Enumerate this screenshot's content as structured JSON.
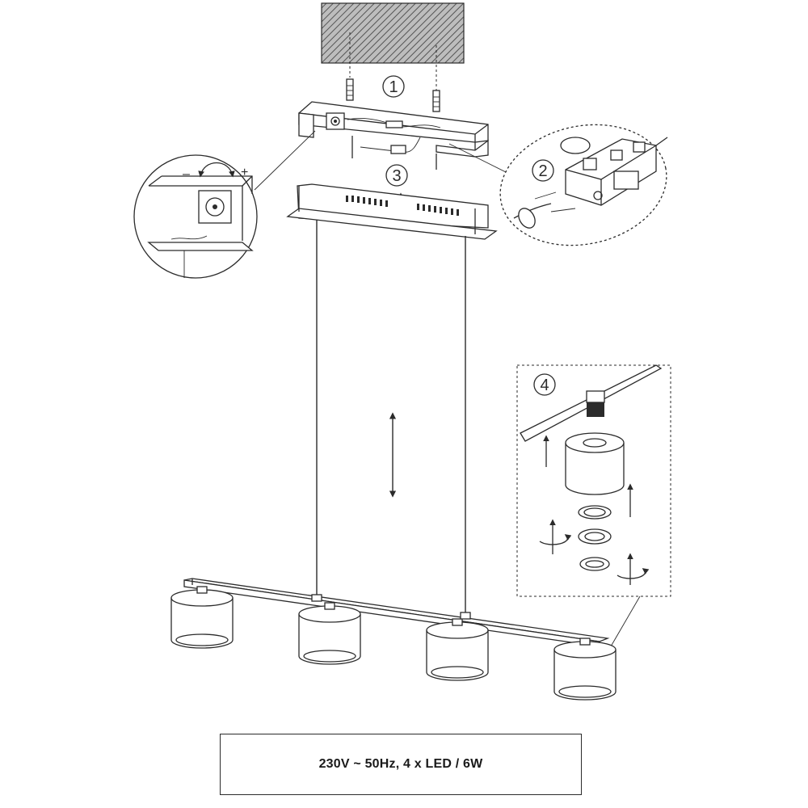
{
  "steps": [
    "1",
    "2",
    "3",
    "4"
  ],
  "adjust_signs": {
    "minus": "–",
    "plus": "+"
  },
  "spec": "230V ~ 50Hz, 4 x LED / 6W",
  "colors": {
    "line": "#2b2b2b",
    "background": "#ffffff",
    "ceiling_hatch": "#555555"
  },
  "icons": [
    "ceiling-plate",
    "screw",
    "mounting-bracket",
    "canopy",
    "terminal-block",
    "height-adjust-arrow",
    "led-shade",
    "rotate-arrow"
  ]
}
